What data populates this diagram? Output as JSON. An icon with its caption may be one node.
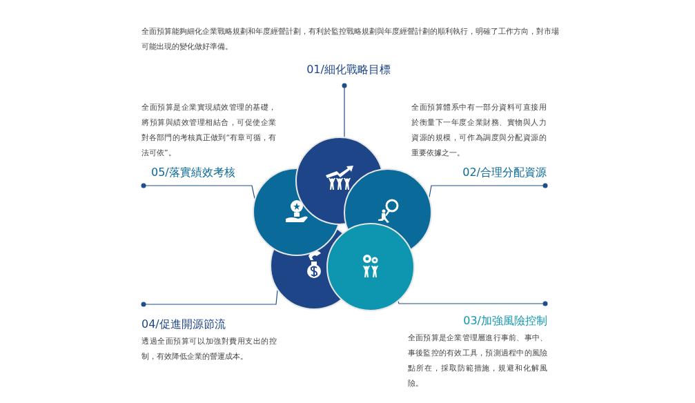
{
  "diagram": {
    "nodes": [
      {
        "text": [
          "全面預算能夠細化企業戰略規劃和年度經營計劃，有利於監控戰略規劃與年度經營計劃的順利執行，明確了工作方向，對市場可能出現的變化做好準備。",
          "01/細化戰略目標"
        ]
      },
      {
        "text": [
          "全面預算是企業實現績效管理的基礎，將預算與績效管理相結合，可促使企業對各部門的考核真正做到“有章可循，有法可依”。",
          "05/落實績效考核"
        ]
      },
      {
        "text": [
          "全面預算體系中有一部分資料可直接用於衡量下一年度企業財務、實物與人力資源的規模，可作為調度與分配資源的重要依據之一。",
          "02/合理分配資源"
        ]
      },
      {
        "text": [
          "04/促進開源節流",
          "透過全面預算可以加強對費用支出的控制，有效降低企業的營運成本。"
        ]
      },
      {
        "text": [
          "03/加強風險控制",
          "全面預算是企業管理層進行事前、事中、事後監控的有效工具，預測過程中的風險點所在，採取防範措施，規避和化解風險。"
        ]
      },
      {
        "text": [],
        "shape": "circle"
      },
      {
        "text": [],
        "shape": "circle"
      },
      {
        "text": [],
        "shape": "circle"
      },
      {
        "text": [],
        "shape": "circle"
      },
      {
        "text": [],
        "shape": "circle"
      }
    ],
    "edges": [
      {
        "from": 0,
        "to": 5,
        "arrow": "other"
      },
      {
        "from": 1,
        "to": 6,
        "arrow": "other"
      },
      {
        "from": 2,
        "to": 7,
        "arrow": "other"
      },
      {
        "from": 3,
        "to": 8,
        "arrow": "other"
      },
      {
        "from": 4,
        "to": 9,
        "arrow": "other"
      }
    ]
  }
}
